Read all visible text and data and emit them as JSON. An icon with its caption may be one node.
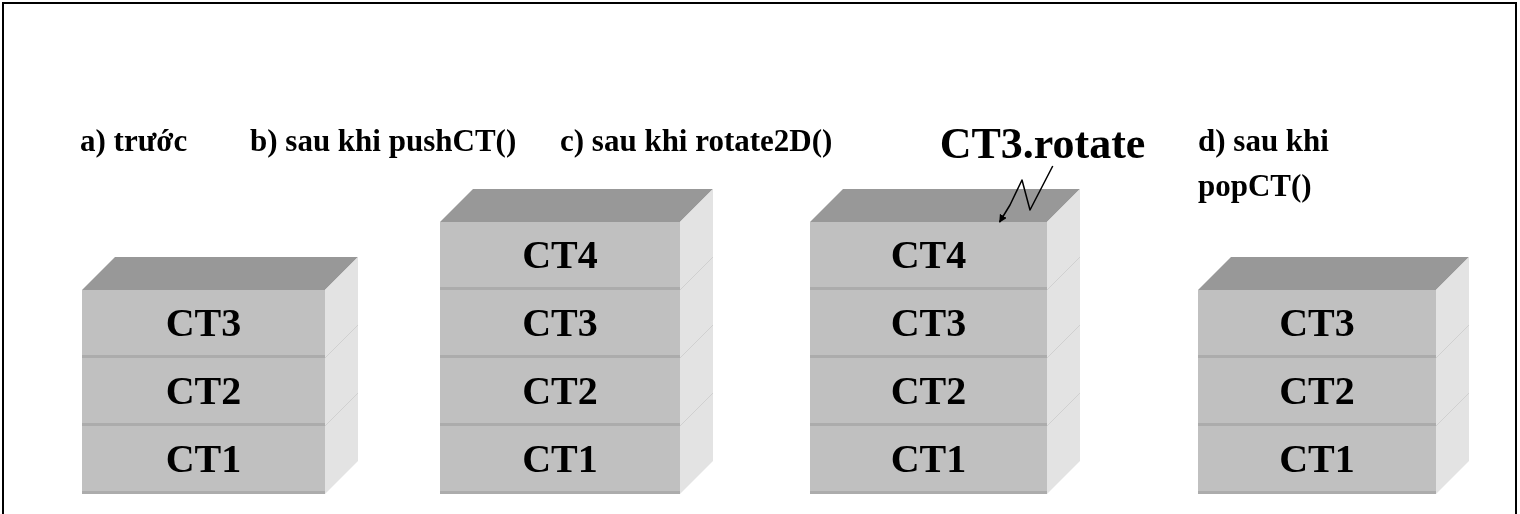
{
  "diagram": {
    "nodes": [
      {
        "text": [
          "CT3"
        ]
      },
      {
        "text": [
          "CT2"
        ]
      },
      {
        "text": [
          "CT1"
        ]
      },
      {
        "text": [
          "CT4"
        ]
      },
      {
        "text": [
          "CT3"
        ]
      },
      {
        "text": [
          "CT2"
        ]
      },
      {
        "text": [
          "CT1"
        ]
      },
      {
        "text": [
          "CT3.rotate"
        ]
      },
      {
        "text": [
          "CT4"
        ]
      },
      {
        "text": [
          "CT3"
        ]
      },
      {
        "text": [
          "CT2"
        ]
      },
      {
        "text": [
          "CT1"
        ]
      },
      {
        "text": [
          "CT3"
        ]
      },
      {
        "text": [
          "CT2"
        ]
      },
      {
        "text": [
          "CT1"
        ]
      }
    ],
    "edges": [
      {
        "from": 7,
        "to": 8,
        "arrow": "to"
      }
    ],
    "labels": [
      "a) trước",
      "b) sau khi pushCT()",
      "c) sau khi rotate2D()",
      "d) sau khi popCT()"
    ]
  }
}
